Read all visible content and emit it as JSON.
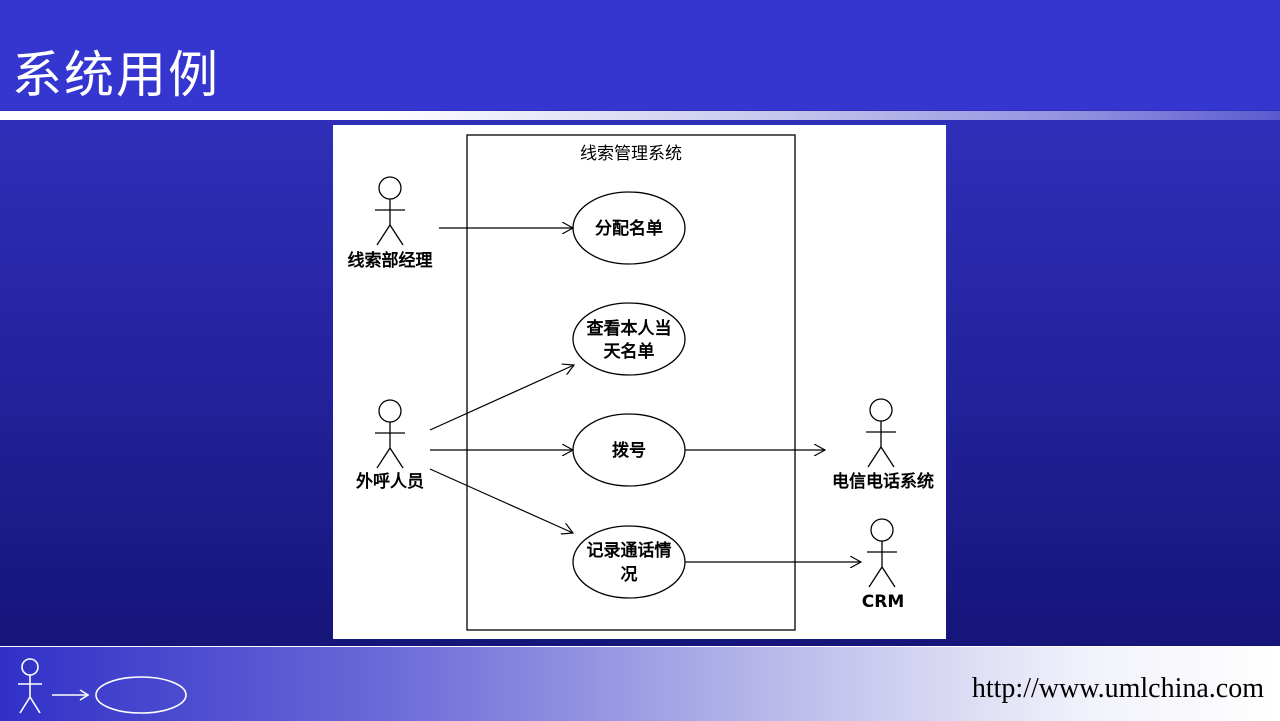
{
  "slide": {
    "title": "系统用例",
    "footer_url": "http://www.umlchina.com"
  },
  "diagram": {
    "system_boundary_label": "线索管理系统",
    "actors": {
      "lead_manager": "线索部经理",
      "outbound_staff": "外呼人员",
      "telecom_system": "电信电话系统",
      "crm": "CRM"
    },
    "use_cases": {
      "assign_list": "分配名单",
      "view_list_line1": "查看本人当",
      "view_list_line2": "天名单",
      "dial": "拨号",
      "record_call_line1": "记录通话情",
      "record_call_line2": "况"
    }
  },
  "colors": {
    "background": "#2a2aaa",
    "title_bar": "#3535d0",
    "title_text": "#ffffff",
    "diagram_bg": "#ffffff",
    "stroke": "#000000"
  }
}
